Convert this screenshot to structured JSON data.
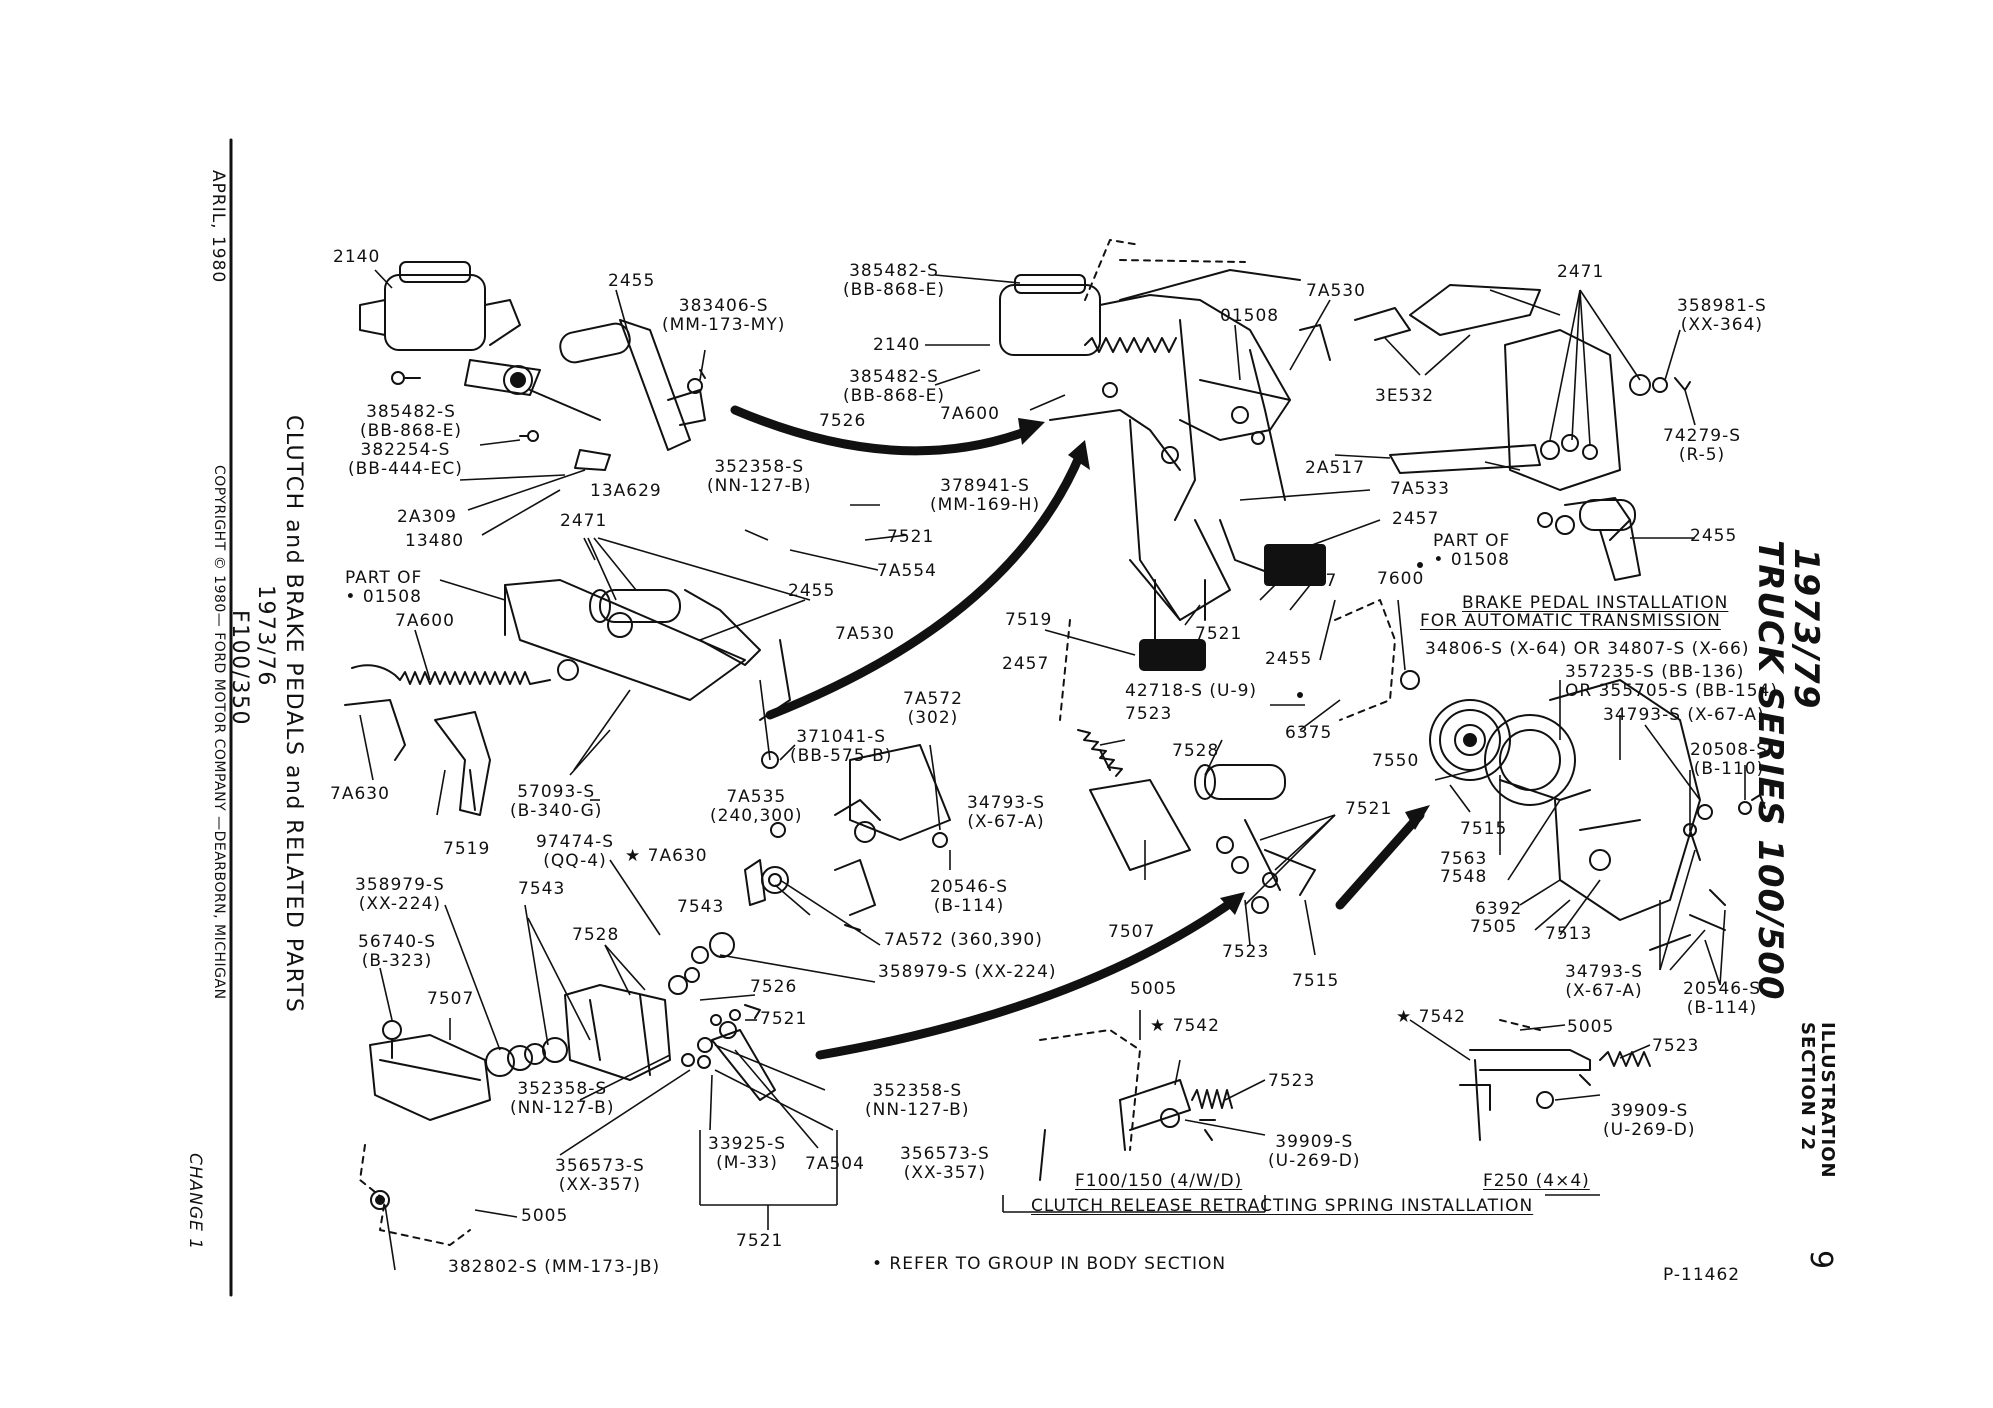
{
  "margin": {
    "date": "APRIL, 1980",
    "copyright": "COPYRIGHT © 1980— FORD MOTOR COMPANY —DEARBORN, MICHIGAN",
    "change": "CHANGE 1",
    "title_line1": "CLUTCH and BRAKE PEDALS and RELATED PARTS",
    "title_line2": "1973/76",
    "title_line3": "F100/350"
  },
  "header_right": {
    "years": "1973/79",
    "series": "TRUCK SERIES 100/500",
    "illustration": "ILLUSTRATION",
    "section": "SECTION 72",
    "page": "9"
  },
  "section_titles": {
    "automatic_l1": "BRAKE PEDAL INSTALLATION",
    "automatic_l2": "FOR AUTOMATIC TRANSMISSION",
    "retracting": "CLUTCH RELEASE RETRACTING SPRING INSTALLATION",
    "f100": "F100/150 (4/W/D)",
    "f250": "F250 (4×4)"
  },
  "footer": {
    "note": "• REFER TO GROUP IN BODY SECTION",
    "plate": "P-11462"
  },
  "labels": [
    "2140",
    "2455",
    "383406-S\n(MM-173-MY)",
    "385482-S\n(BB-868-E)",
    "382254-S\n(BB-444-EC)",
    "13A629",
    "2A309",
    "13480",
    "2471",
    "PART OF\n• 01508",
    "7A600",
    "2455",
    "7A530",
    "7A630",
    "7519",
    "57093-S\n(B-340-G)",
    "97474-S\n(QQ-4)",
    "★ 7A630",
    "358979-S\n(XX-224)",
    "7543",
    "56740-S\n(B-323)",
    "7528",
    "7507",
    "352358-S\n(NN-127-B)",
    "356573-S\n(XX-357)",
    "5005",
    "382802-S (MM-173-JB)",
    "33925-S\n(M-33)",
    "7A504",
    "7521",
    "356573-S\n(XX-357)",
    "352358-S\n(NN-127-B)",
    "7521",
    "7526",
    "358979-S (XX-224)",
    "7A572 (360,390)",
    "7543",
    "7A535\n(240,300)",
    "371041-S\n(BB-575-B)",
    "7A572\n(302)",
    "34793-S\n(X-67-A)",
    "20546-S\n(B-114)",
    "352358-S\n(NN-127-B)",
    "7526",
    "378941-S\n(MM-169-H)",
    "7521",
    "7A554",
    "385482-S\n(BB-868-E)",
    "2140",
    "385482-S\n(BB-868-E)",
    "7A600",
    "01508",
    "7A530",
    "3E532",
    "2A517",
    "7A533",
    "2457",
    "2471",
    "358981-S\n(XX-364)",
    "74279-S\n(R-5)",
    "PART OF\n• 01508",
    "2455",
    "7007",
    "7600",
    "7519",
    "7521",
    "2455",
    "2457",
    "42718-S (U-9)",
    "6375",
    "7523",
    "7528",
    "7521",
    "7507",
    "7523",
    "7515",
    "7550",
    "34806-S (X-64) OR 34807-S (X-66)",
    "357235-S (BB-136)\nOR 355705-S (BB-154)",
    "34793-S (X-67-A)",
    "20508-S\n(B-110)",
    "7515",
    "7563",
    "7548",
    "6392",
    "7505",
    "7513",
    "34793-S\n(X-67-A)",
    "20546-S\n(B-114)",
    "5005",
    "★ 7542",
    "7523",
    "39909-S\n(U-269-D)",
    "★ 7542",
    "5005",
    "7523",
    "39909-S\n(U-269-D)"
  ]
}
